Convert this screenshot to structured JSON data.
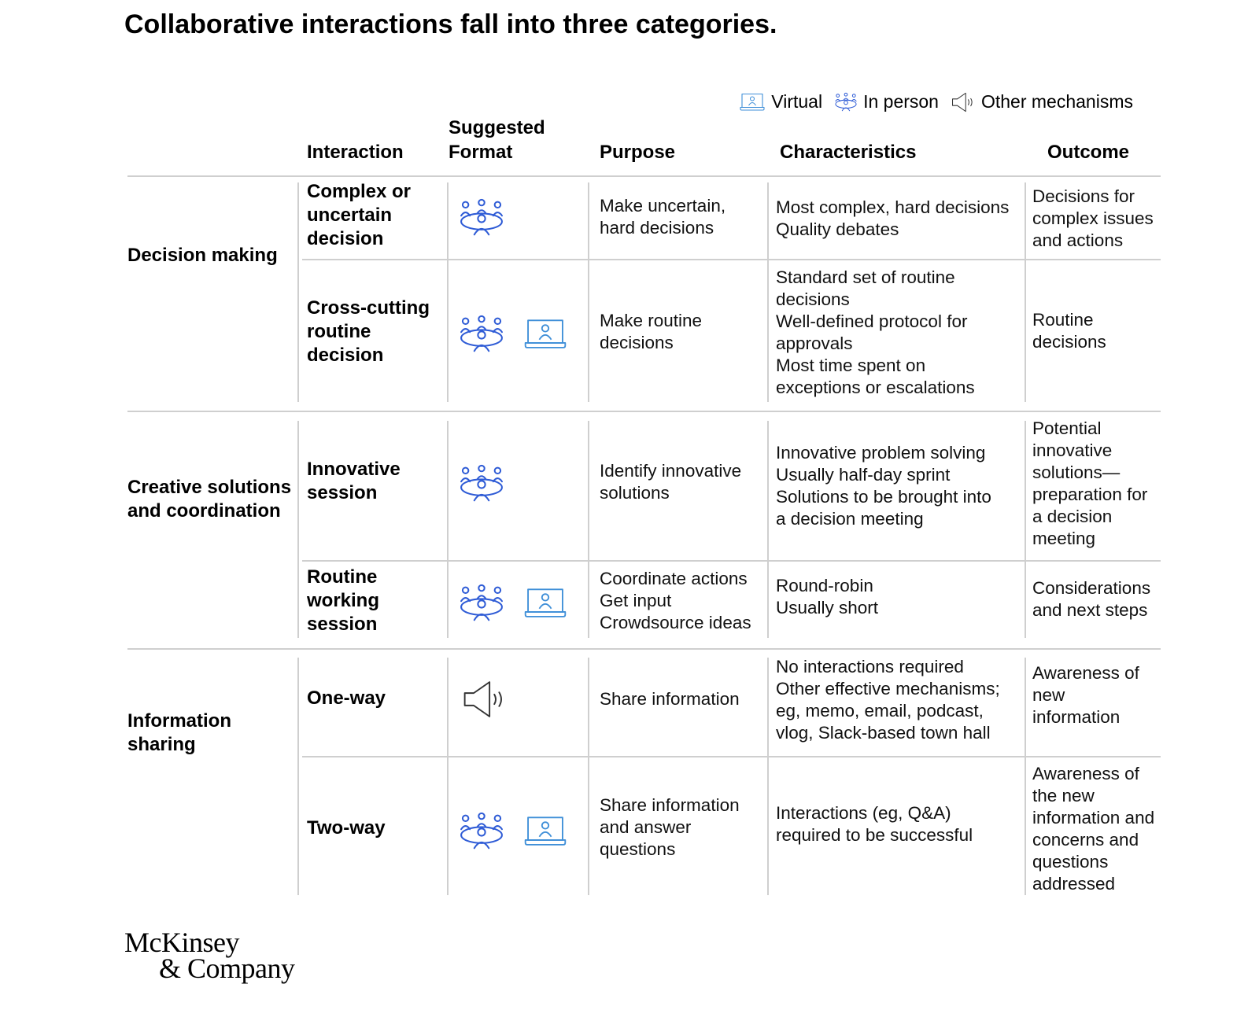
{
  "title": "Collaborative interactions fall into three categories.",
  "colors": {
    "icon": "#2f5cd6",
    "virtual_icon": "#3f8fd8",
    "rule": "#cfcfcf"
  },
  "legend": [
    {
      "label": "Virtual",
      "icon": "laptop-person-icon"
    },
    {
      "label": "In person",
      "icon": "group-icon"
    },
    {
      "label": "Other mechanisms",
      "icon": "speaker-icon"
    }
  ],
  "headers": {
    "interaction": "Interaction",
    "format_1": "Suggested",
    "format_2": "Format",
    "purpose": "Purpose",
    "characteristics": "Characteristics",
    "outcome": "Outcome"
  },
  "categories": [
    {
      "name": [
        "Decision making"
      ],
      "rows": [
        {
          "interaction": [
            "Complex or",
            "uncertain",
            "decision"
          ],
          "formats": [
            "in-person"
          ],
          "purpose": [
            "Make uncertain,",
            "hard decisions"
          ],
          "characteristics": [
            "Most complex, hard decisions",
            "Quality debates"
          ],
          "outcome": [
            "Decisions for",
            "complex issues",
            "and actions"
          ]
        },
        {
          "interaction": [
            "Cross-cutting",
            "routine",
            "decision"
          ],
          "formats": [
            "in-person",
            "virtual"
          ],
          "purpose": [
            "Make routine",
            "decisions"
          ],
          "characteristics": [
            "Standard set of routine",
            "decisions",
            "Well-defined protocol for",
            "approvals",
            "Most time spent on",
            "exceptions or escalations"
          ],
          "outcome": [
            "Routine",
            "decisions"
          ]
        }
      ]
    },
    {
      "name": [
        "Creative solutions",
        "and coordination"
      ],
      "rows": [
        {
          "interaction": [
            "Innovative",
            "session"
          ],
          "formats": [
            "in-person"
          ],
          "purpose": [
            "Identify innovative",
            "solutions"
          ],
          "characteristics": [
            "Innovative problem solving",
            "Usually half-day sprint",
            "Solutions to be brought into",
            "a decision meeting"
          ],
          "outcome": [
            "Potential",
            "innovative",
            "solutions—",
            "preparation for",
            "a decision",
            "meeting"
          ]
        },
        {
          "interaction": [
            "Routine",
            "working",
            "session"
          ],
          "formats": [
            "in-person",
            "virtual"
          ],
          "purpose": [
            "Coordinate actions",
            "Get input",
            "Crowdsource ideas"
          ],
          "characteristics": [
            "Round-robin",
            "Usually short"
          ],
          "outcome": [
            "Considerations",
            "and next steps"
          ]
        }
      ]
    },
    {
      "name": [
        "Information",
        "sharing"
      ],
      "rows": [
        {
          "interaction": [
            "One-way"
          ],
          "formats": [
            "other"
          ],
          "purpose": [
            "Share information"
          ],
          "characteristics": [
            "No interactions required",
            "Other effective mechanisms;",
            "eg, memo, email, podcast,",
            "vlog, Slack-based town hall"
          ],
          "outcome": [
            "Awareness of",
            "new",
            "information"
          ]
        },
        {
          "interaction": [
            "Two-way"
          ],
          "formats": [
            "in-person",
            "virtual"
          ],
          "purpose": [
            "Share information",
            "and answer",
            "questions"
          ],
          "characteristics": [
            "Interactions (eg, Q&A)",
            "required to be successful"
          ],
          "outcome": [
            "Awareness of",
            "the new",
            "information and",
            "concerns and",
            "questions",
            "addressed"
          ]
        }
      ]
    }
  ],
  "logo": {
    "line1": "McKinsey",
    "line2": "& Company"
  }
}
